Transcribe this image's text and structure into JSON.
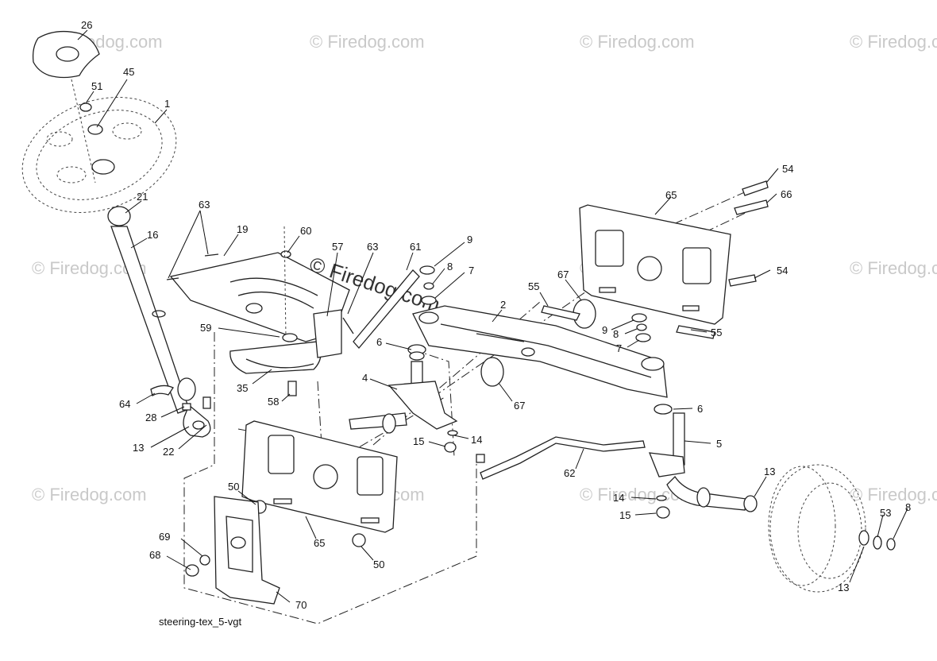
{
  "diagram": {
    "caption": "steering-tex_5-vgt",
    "watermark": "© Firedog.com",
    "watermark_center": "© Firedog.com",
    "callouts": {
      "c26": "26",
      "c51": "51",
      "c45": "45",
      "c1": "1",
      "c21": "21",
      "c16": "16",
      "c63a": "63",
      "c19": "19",
      "c60": "60",
      "c57": "57",
      "c63b": "63",
      "c61": "61",
      "c9a": "9",
      "c8a": "8",
      "c7a": "7",
      "c59": "59",
      "c6a": "6",
      "c4": "4",
      "c35": "35",
      "c58": "58",
      "c64": "64",
      "c28": "28",
      "c13a": "13",
      "c22": "22",
      "c15a": "15",
      "c14a": "14",
      "c55a": "55",
      "c67a": "67",
      "c2": "2",
      "c67b": "67",
      "c65a": "65",
      "c54a": "54",
      "c66": "66",
      "c54b": "54",
      "c9b": "9",
      "c8b": "8",
      "c7b": "7",
      "c55b": "55",
      "c6b": "6",
      "c5": "5",
      "c62": "62",
      "c14b": "14",
      "c15b": "15",
      "c13b": "13",
      "c53": "53",
      "c8c": "8",
      "c13c": "13",
      "c50a": "50",
      "c65b": "65",
      "c50b": "50",
      "c69": "69",
      "c68": "68",
      "c70": "70"
    }
  }
}
